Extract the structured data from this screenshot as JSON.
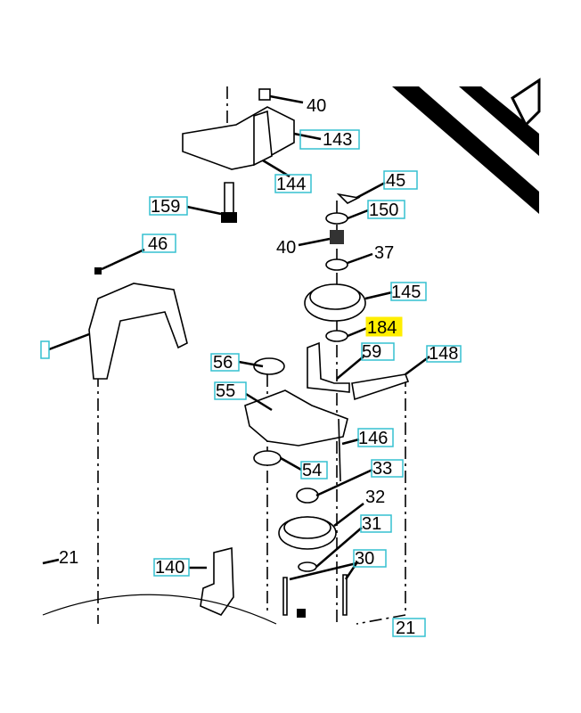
{
  "diagram": {
    "labels": {
      "l40a": "40",
      "l143": "143",
      "l144": "144",
      "l159": "159",
      "l45": "45",
      "l150": "150",
      "l40b": "40",
      "l37": "37",
      "l46": "46",
      "l145": "145",
      "l184": "184",
      "l59": "59",
      "l148": "148",
      "l56": "56",
      "l55": "55",
      "l146": "146",
      "l54": "54",
      "l33": "33",
      "l32": "32",
      "l31": "31",
      "l30": "30",
      "l140": "140",
      "l21a": "21",
      "l21b": "21"
    },
    "highlighted_label": "184",
    "colors": {
      "label_box": "#35c0d0",
      "highlight": "#ffee00"
    }
  }
}
